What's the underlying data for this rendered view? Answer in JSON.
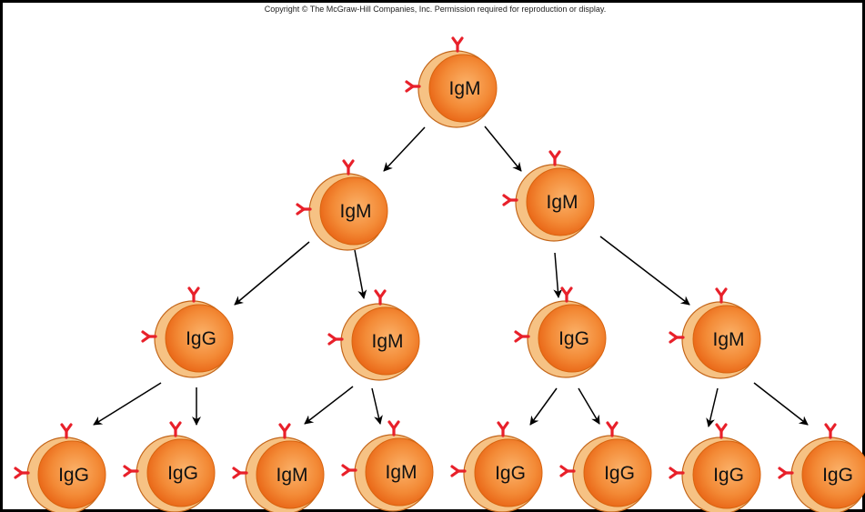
{
  "copyright": "Copyright © The McGraw-Hill Companies, Inc. Permission required for reproduction or display.",
  "cells": [
    {
      "label": "IgM"
    },
    {
      "label": "IgM"
    },
    {
      "label": "IgM"
    },
    {
      "label": "IgG"
    },
    {
      "label": "IgM"
    },
    {
      "label": "IgG"
    },
    {
      "label": "IgM"
    },
    {
      "label": "IgG"
    },
    {
      "label": "IgG"
    },
    {
      "label": "IgM"
    },
    {
      "label": "IgM"
    },
    {
      "label": "IgG"
    },
    {
      "label": "IgG"
    },
    {
      "label": "IgG"
    },
    {
      "label": "IgG"
    }
  ],
  "colors": {
    "cell_outer": "#f6c284",
    "cell_inner_light": "#fbb26a",
    "cell_inner_dark": "#e9600e",
    "cell_outline": "#c4661a",
    "antibody": "#e8202a",
    "arrow": "#000000"
  }
}
